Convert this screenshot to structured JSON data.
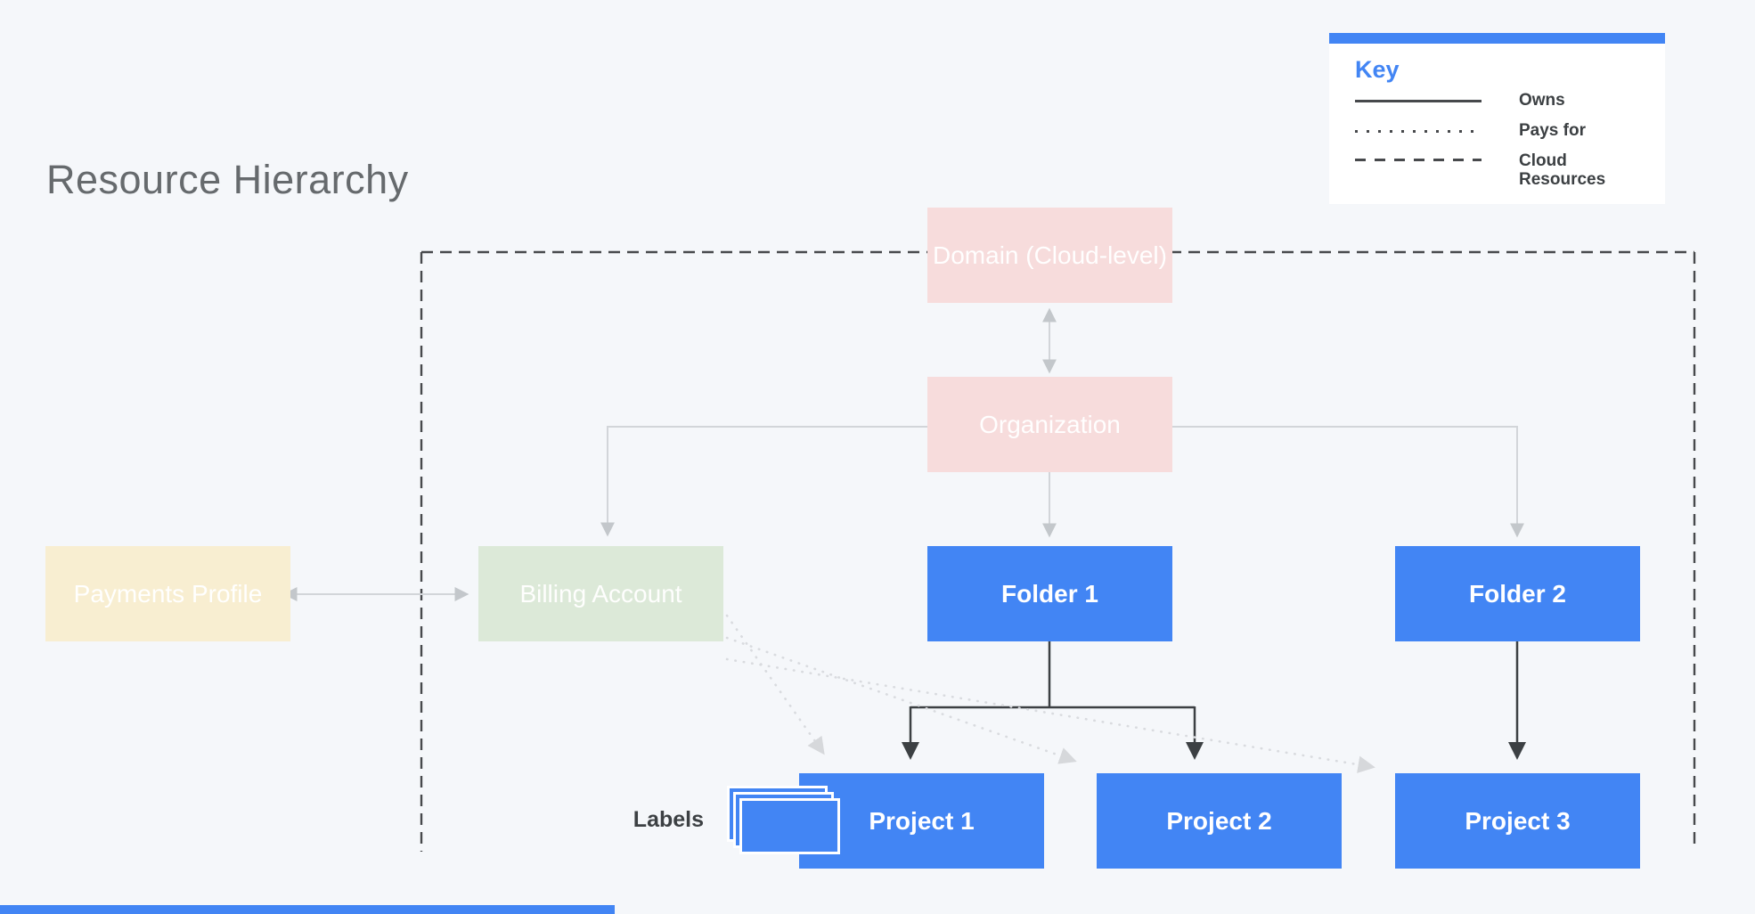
{
  "title": "Resource Hierarchy",
  "key": {
    "heading": "Key",
    "entries": [
      {
        "style": "solid-line",
        "label": "Owns"
      },
      {
        "style": "dotted-line",
        "label": "Pays for"
      },
      {
        "style": "dashed-line",
        "label": "Cloud Resources"
      }
    ]
  },
  "nodes": {
    "domain": {
      "label": "Domain (Cloud-level)",
      "color": "#f7dcdc"
    },
    "organization": {
      "label": "Organization",
      "color": "#f7dcdc"
    },
    "payments_profile": {
      "label": "Payments Profile",
      "color": "#f8eed1"
    },
    "billing_account": {
      "label": "Billing Account",
      "color": "#dce9d8"
    },
    "folder1": {
      "label": "Folder 1",
      "color": "#4285f4"
    },
    "folder2": {
      "label": "Folder 2",
      "color": "#4285f4"
    },
    "project1": {
      "label": "Project 1",
      "color": "#4285f4"
    },
    "project2": {
      "label": "Project 2",
      "color": "#4285f4"
    },
    "project3": {
      "label": "Project 3",
      "color": "#4285f4"
    }
  },
  "annotations": {
    "labels_tag": "Labels"
  },
  "colors": {
    "background": "#f5f7fa",
    "accent_blue": "#4285f4",
    "dark_line": "#3c4043",
    "gray_line": "#d2d5d9",
    "dotted_line": "#d9dbdf"
  }
}
